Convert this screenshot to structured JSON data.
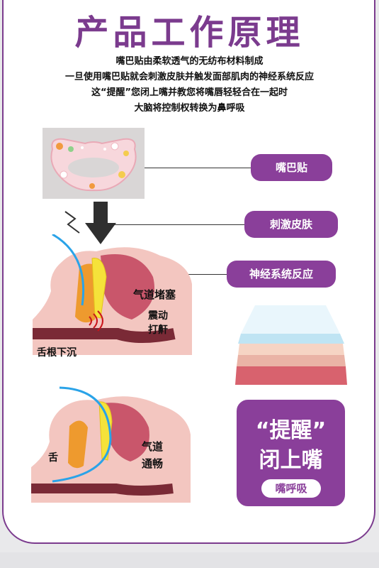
{
  "title": "产品工作原理",
  "intro": [
    "嘴巴贴由柔软透气的无纺布材料制成",
    "一旦使用嘴巴贴就会刺激皮肤并触发面部肌肉的神经系统反应",
    "这“提醒”您闭上嘴并教您将嘴唇轻轻合在一起时",
    "大脑将控制权转换为鼻呼吸"
  ],
  "pills": {
    "p1": "嘴巴贴",
    "p2": "刺激皮肤",
    "p3": "神经系统反应"
  },
  "diagram1": {
    "blocked": "气道堵塞",
    "vibrate": "震动",
    "snore": "打鼾",
    "tongue_sink": "舌根下沉"
  },
  "diagram2": {
    "tongue": "舌",
    "airway": "气道",
    "clear": "通畅"
  },
  "remind": {
    "line1": "“提醒”",
    "line2": "闭上嘴",
    "line3": "嘴呼吸"
  },
  "colors": {
    "brand": "#8a3f9a",
    "skin": "#f3c6c0",
    "tongue": "#ee9a2e",
    "patch": "#f5e23a",
    "air": "#2aa3e8"
  }
}
